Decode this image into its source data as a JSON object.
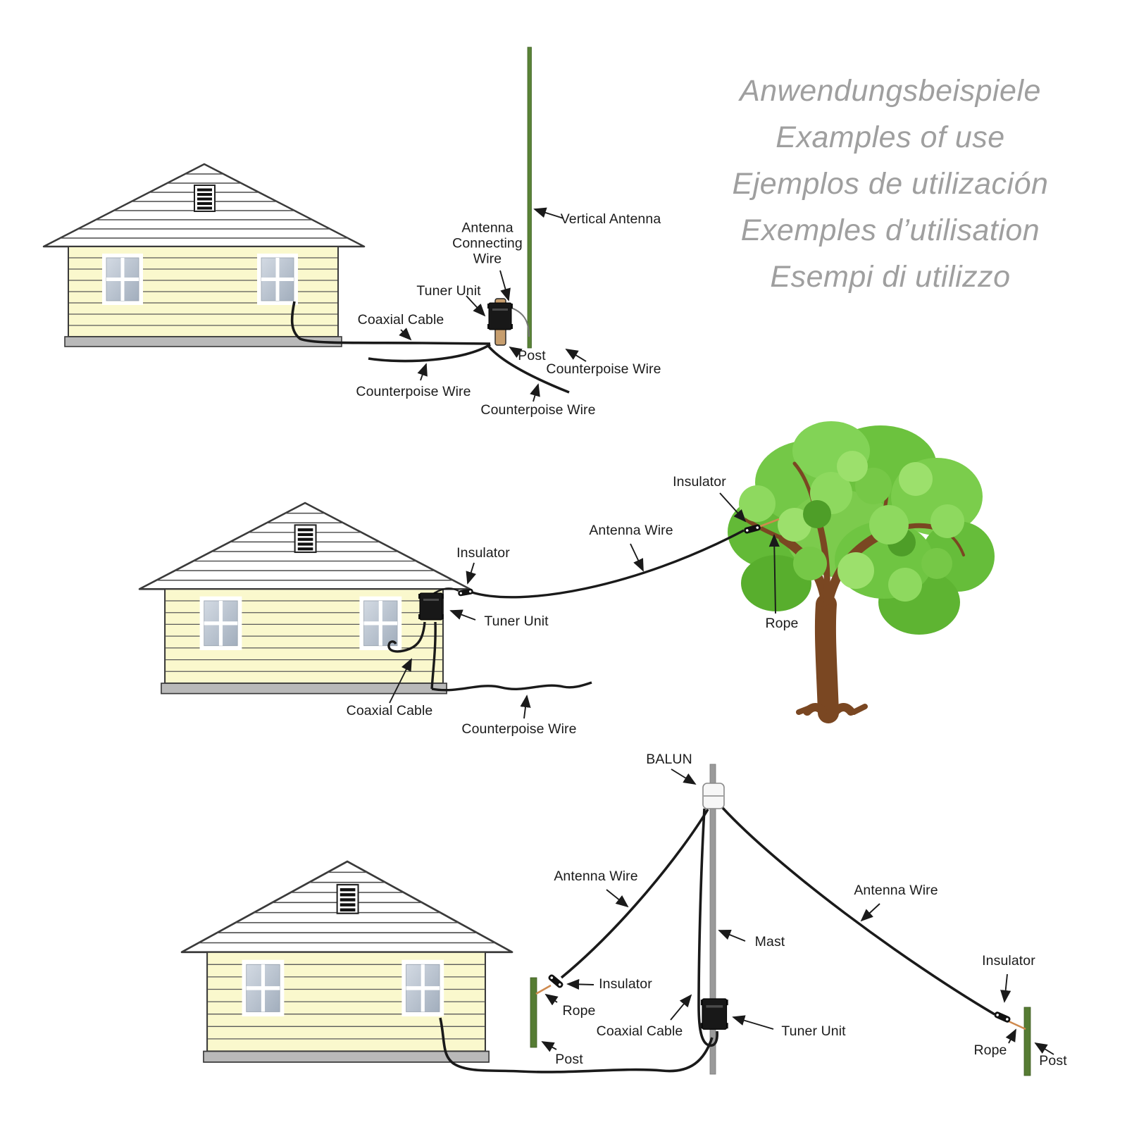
{
  "title": {
    "lines": [
      "Anwendungsbeispiele",
      "Examples of use",
      "Ejemplos de utilización",
      "Exemples d’utilisation",
      "Esempi di utilizzo"
    ],
    "color": "#9f9f9f"
  },
  "colors": {
    "house_wall": "#FAF8CD",
    "roof": "#ffffff",
    "foundation": "#b9b9b9",
    "outline": "#3a3a3a",
    "antenna_green": "#5a8337",
    "post_green": "#567c33",
    "wood_post": "#c79e6e",
    "rope_orange": "#cf8a4e",
    "tuner_black": "#181818",
    "mast_gray": "#9a9a9a",
    "balun_white": "#f7f7f7",
    "wire_black": "#1a1a1a",
    "tree_foliage_green": "#6cc23e",
    "tree_trunk_brown": "#7a4722",
    "window_pane": "#aab6c4",
    "label_text": "#1b1b1b"
  },
  "diagram1": {
    "labels": {
      "antenna_connecting_wire": "Antenna\nConnecting\nWire",
      "vertical_antenna": "Vertical Antenna",
      "tuner_unit": "Tuner Unit",
      "coaxial_cable": "Coaxial Cable",
      "post": "Post",
      "counterpoise_right": "Counterpoise Wire",
      "counterpoise_left": "Counterpoise Wire",
      "counterpoise_bottom": "Counterpoise Wire"
    }
  },
  "diagram2": {
    "labels": {
      "insulator_house": "Insulator",
      "antenna_wire": "Antenna Wire",
      "tuner_unit": "Tuner Unit",
      "coaxial_cable": "Coaxial Cable",
      "counterpoise": "Counterpoise Wire",
      "insulator_tree": "Insulator",
      "rope": "Rope"
    }
  },
  "diagram3": {
    "labels": {
      "balun": "BALUN",
      "antenna_wire_left": "Antenna Wire",
      "antenna_wire_right": "Antenna Wire",
      "mast": "Mast",
      "insulator_left": "Insulator",
      "rope_left": "Rope",
      "coaxial_cable": "Coaxial Cable",
      "tuner_unit": "Tuner Unit",
      "post_left": "Post",
      "insulator_right": "Insulator",
      "rope_right": "Rope",
      "post_right": "Post"
    }
  }
}
